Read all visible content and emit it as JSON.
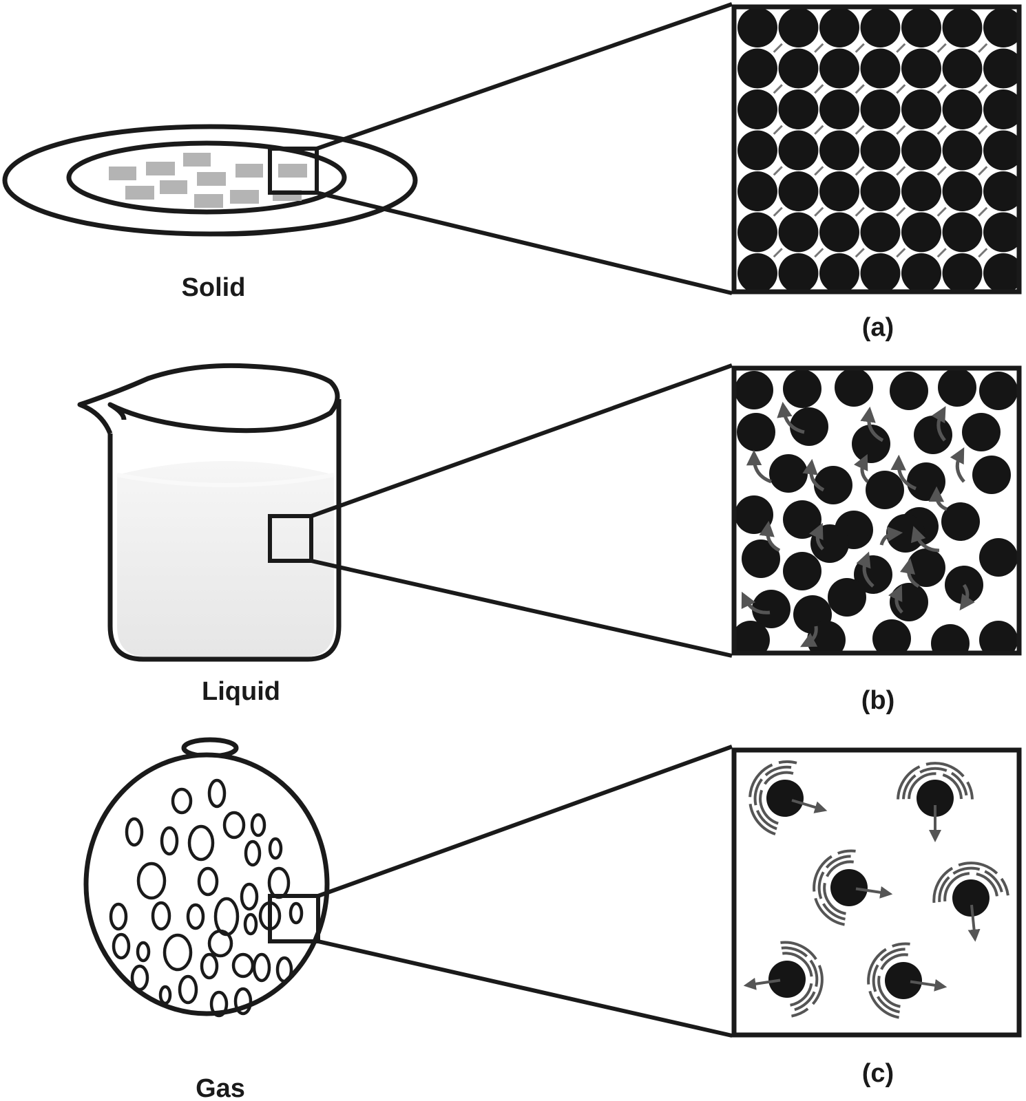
{
  "labels": {
    "solid": "Solid",
    "liquid": "Liquid",
    "gas": "Gas",
    "panel_a": "(a)",
    "panel_b": "(b)",
    "panel_c": "(c)"
  },
  "colors": {
    "ink": "#1a1a1a",
    "particle": "#151515",
    "arrow": "#555555",
    "crystal": "#b4b4b4",
    "liquid_fill": "#ededed",
    "paper": "#ffffff"
  }
}
